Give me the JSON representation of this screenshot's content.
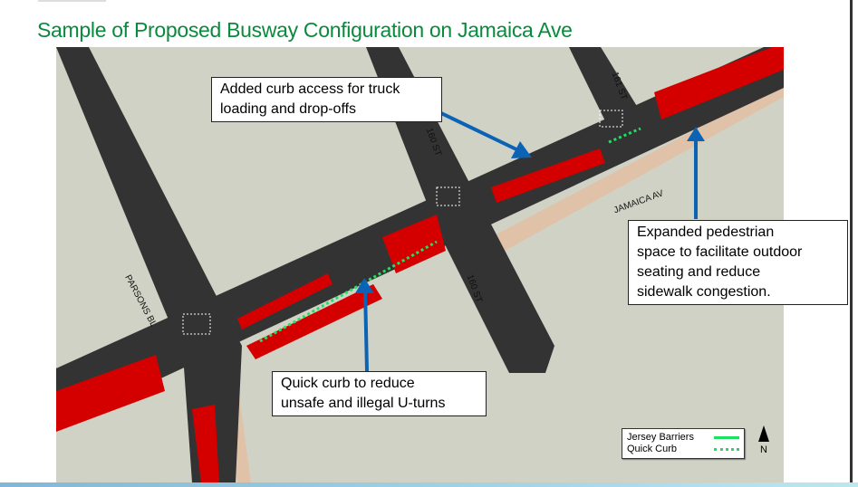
{
  "title": "Sample of Proposed Busway Configuration on Jamaica Ave",
  "streets": {
    "st161": "161 ST",
    "st160_north": "160 ST",
    "jamaica": "JAMAICA AV",
    "st160_south": "160 ST",
    "parsons": "PARSONS BL"
  },
  "callouts": {
    "curb_access": [
      "Added curb access for truck",
      "loading and drop-offs"
    ],
    "pedestrian": [
      "Expanded pedestrian",
      "space to facilitate outdoor",
      "seating and reduce",
      "sidewalk congestion."
    ],
    "quick_curb": [
      "Quick curb to reduce",
      "unsafe and illegal U-turns"
    ]
  },
  "legend": {
    "jersey_barriers": "Jersey Barriers",
    "quick_curb": "Quick Curb"
  },
  "north_label": "N",
  "colors": {
    "title": "#0a8a3c",
    "bus_lane": "#d40000",
    "road": "#333333",
    "ground": "#d0d2c5",
    "arrow": "#0b63b6",
    "barrier": "#1fe060"
  }
}
